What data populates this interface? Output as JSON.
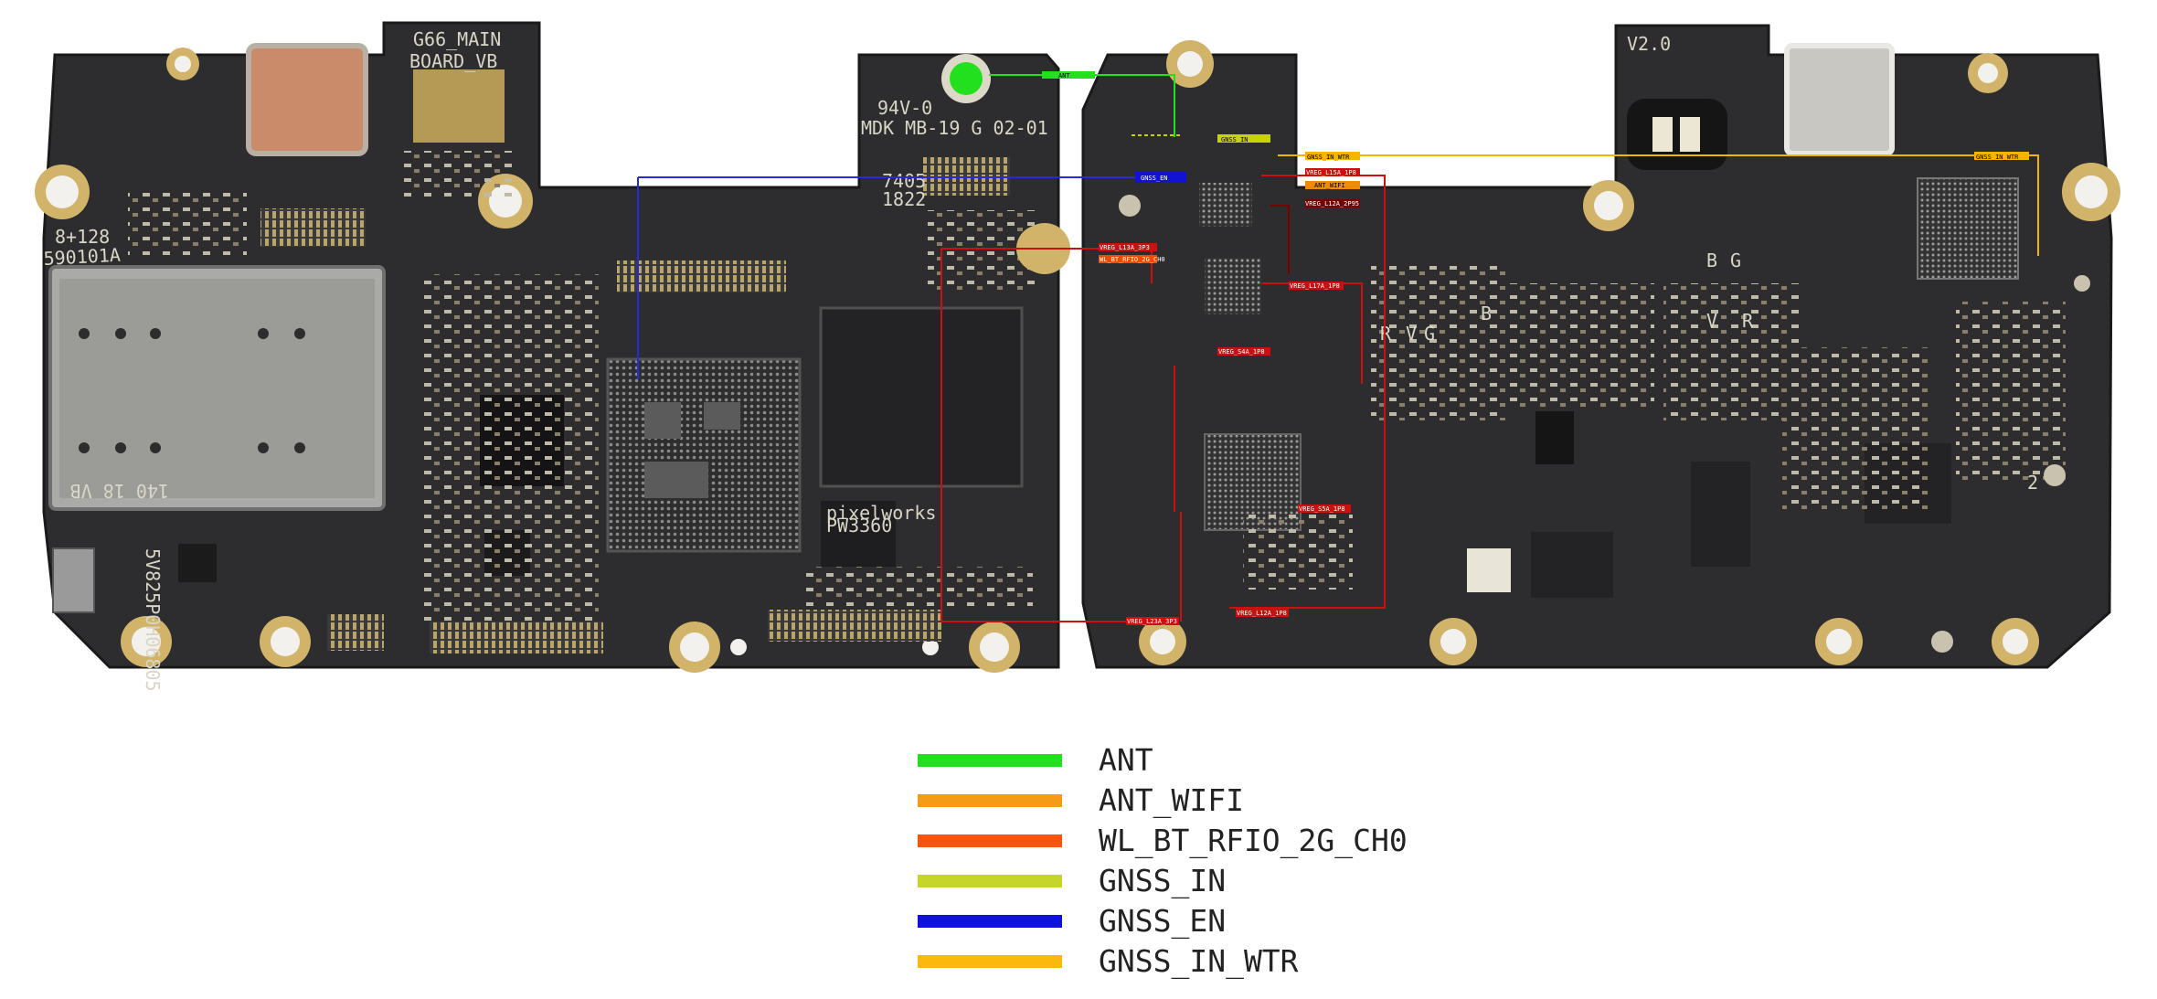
{
  "board": {
    "left_labels": [
      "G66_MAIN",
      "BOARD_VB",
      "8+128",
      "590101A",
      "140 18 VB",
      "5V825P0H06805",
      "94V-0",
      "MDK MB-19 G 02-01",
      "7405",
      "1822",
      "pixelworks",
      "PW3360"
    ],
    "right_labels": [
      "V2.0",
      "B",
      "G",
      "V",
      "R",
      "R",
      "V",
      "G",
      "B",
      "2"
    ]
  },
  "tags": [
    {
      "text": "ANT",
      "color": "#22e01e"
    },
    {
      "text": "GNSS_IN",
      "color": "#c8d400"
    },
    {
      "text": "GNSS_EN",
      "color": "#1212d4"
    },
    {
      "text": "GNSS_IN_WTR",
      "color": "#f5b400"
    },
    {
      "text": "VREG_L15A_1P8",
      "color": "#cc1010"
    },
    {
      "text": "ANT_WIFI",
      "color": "#f08a00"
    },
    {
      "text": "VREG_L12A_2P95",
      "color": "#7a0000"
    },
    {
      "text": "VREG_L13A_3P3",
      "color": "#cc1010"
    },
    {
      "text": "WL_BT_RFIO_2G_CH0",
      "color": "#f04a00"
    },
    {
      "text": "VREG_L17A_1P8",
      "color": "#cc1010"
    },
    {
      "text": "VREG_S4A_1P8",
      "color": "#cc1010"
    },
    {
      "text": "VREG_S5A_1P8",
      "color": "#cc1010"
    },
    {
      "text": "VREG_L12A_1P8",
      "color": "#cc1010"
    },
    {
      "text": "VREG_L23A_3P3",
      "color": "#cc1010"
    },
    {
      "text": "GNSS_IN_WTR",
      "color": "#f5b400"
    }
  ],
  "legend": [
    {
      "label": "ANT",
      "color": "#22e01e"
    },
    {
      "label": "ANT_WIFI",
      "color": "#f79a16"
    },
    {
      "label": "WL_BT_RFIO_2G_CH0",
      "color": "#f7540f"
    },
    {
      "label": "GNSS_IN",
      "color": "#c6d52a"
    },
    {
      "label": "GNSS_EN",
      "color": "#1111dd"
    },
    {
      "label": "GNSS_IN_WTR",
      "color": "#fbb80d"
    }
  ]
}
